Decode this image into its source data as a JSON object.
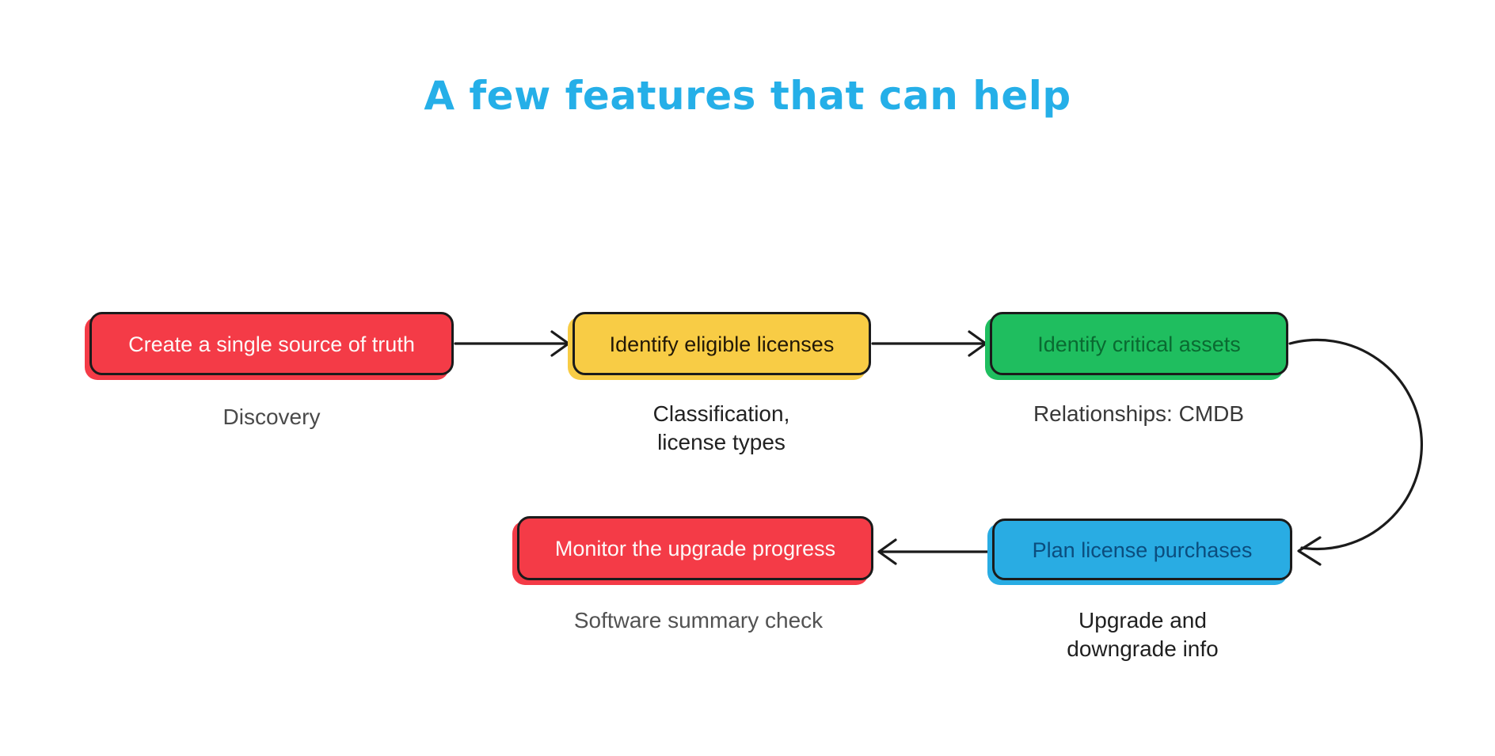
{
  "title": {
    "text": "A few features that can help",
    "color": "#25AFE8"
  },
  "canvas": {
    "background": "#FFFFFF",
    "outline_color": "#1B1B1B"
  },
  "nodes": [
    {
      "label": "Create a single source of truth",
      "fill": "#F43B47",
      "label_color": "#FDF9F8",
      "caption": "Discovery",
      "caption_color": "#4A4A4A"
    },
    {
      "label": "Identify eligible licenses",
      "fill": "#F8CC45",
      "label_color": "#221807",
      "caption": "Classification,\nlicense types",
      "caption_color": "#212121"
    },
    {
      "label": "Identify critical assets",
      "fill": "#1FBE5F",
      "label_color": "#0A6A31",
      "caption": "Relationships: CMDB",
      "caption_color": "#383838"
    },
    {
      "label": "Plan license purchases",
      "fill": "#29ACE3",
      "label_color": "#0B4D7E",
      "caption": "Upgrade and\ndowngrade info",
      "caption_color": "#1F1F1F"
    },
    {
      "label": "Monitor the upgrade progress",
      "fill": "#F43B47",
      "label_color": "#FDF9F8",
      "caption": "Software summary check",
      "caption_color": "#525252"
    }
  ],
  "connections": [
    {
      "from": "Create a single source of truth",
      "to": "Identify eligible licenses",
      "style": "straight-right-arrow"
    },
    {
      "from": "Identify eligible licenses",
      "to": "Identify critical assets",
      "style": "straight-right-arrow"
    },
    {
      "from": "Identify critical assets",
      "to": "Plan license purchases",
      "style": "curved-right-arc-arrow"
    },
    {
      "from": "Plan license purchases",
      "to": "Monitor the upgrade progress",
      "style": "straight-left-arrow"
    }
  ]
}
